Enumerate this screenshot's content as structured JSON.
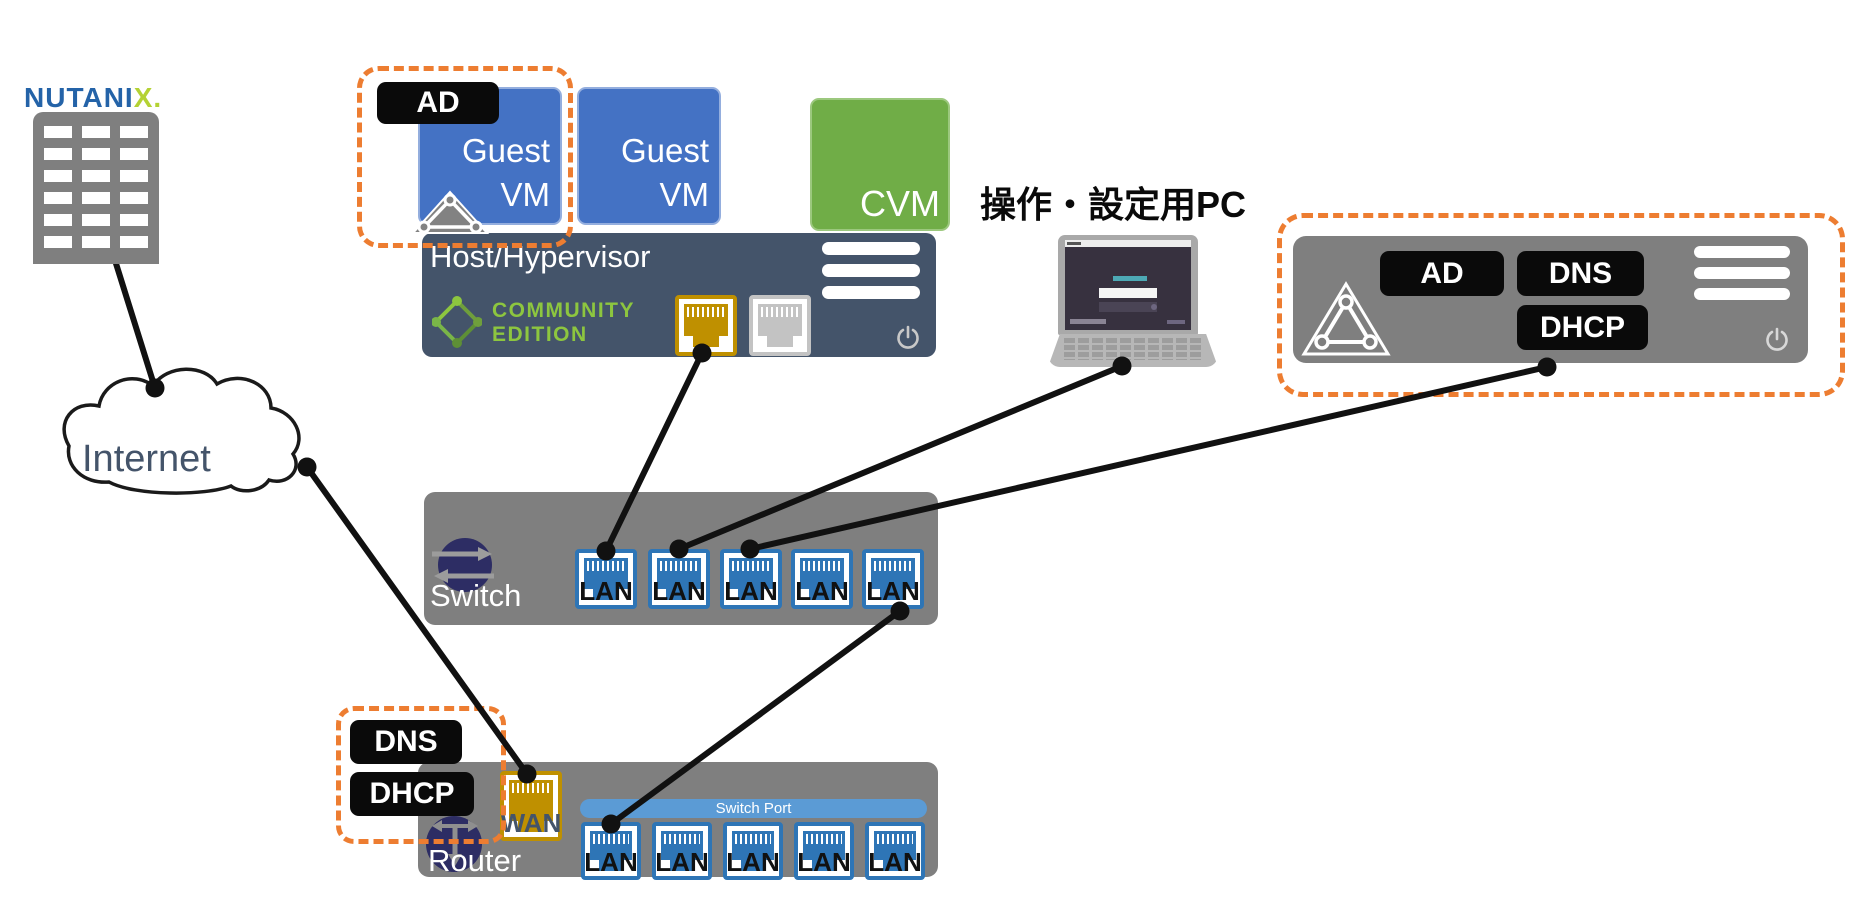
{
  "nutanix": {
    "wordmark_blue": "NUTANI",
    "wordmark_green": "X."
  },
  "internet": {
    "label": "Internet"
  },
  "guest_vm_ad": {
    "badge": "AD",
    "line1": "Guest",
    "line2": "VM"
  },
  "guest_vm": {
    "line1": "Guest",
    "line2": "VM"
  },
  "cvm": {
    "label": "CVM"
  },
  "host": {
    "title": "Host/Hypervisor",
    "edition_line1": "COMMUNITY",
    "edition_line2": "EDITION"
  },
  "pc": {
    "label": "操作・設定用PC"
  },
  "ad_server": {
    "ad": "AD",
    "dns": "DNS",
    "dhcp": "DHCP"
  },
  "switchbox": {
    "label": "Switch",
    "ports": [
      "LAN",
      "LAN",
      "LAN",
      "LAN",
      "LAN"
    ]
  },
  "routerbox": {
    "label": "Router",
    "wan": "WAN",
    "switch_port": "Switch Port",
    "dns": "DNS",
    "dhcp": "DHCP",
    "ports": [
      "LAN",
      "LAN",
      "LAN",
      "LAN",
      "LAN"
    ]
  },
  "colors": {
    "accent_orange_dashed": "#ed7d31",
    "vm_blue": "#4472c4",
    "cvm_green": "#70ad47",
    "host_slate": "#44546a",
    "device_gray": "#7f7f7f",
    "lan_port_blue": "#2e75b6",
    "wan_gold": "#bf9000",
    "switch_port_bar_blue": "#5b9bd5",
    "badge_black": "#0a0a0a",
    "community_edition_green": "#8dc63f",
    "nutanix_blue": "#2463a8",
    "nutanix_green": "#b4d234",
    "internet_text": "#44546a",
    "icon_navy": "#2d2d64",
    "line_black": "#111111"
  }
}
